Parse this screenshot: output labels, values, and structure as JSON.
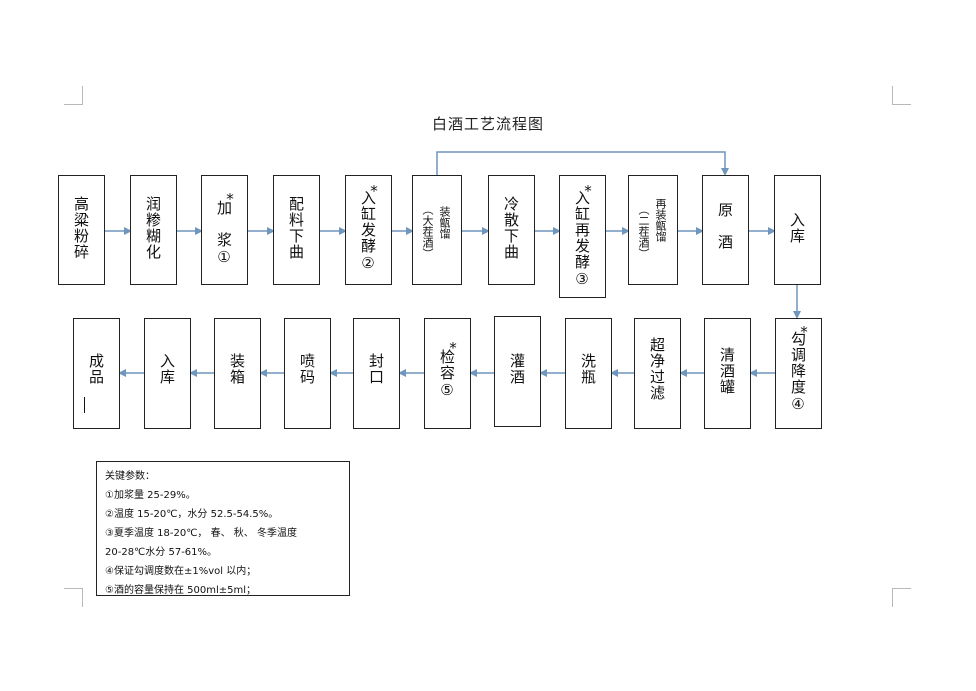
{
  "diagram": {
    "title": "白酒工艺流程图",
    "accent_color": "#6f96bd",
    "steps": [
      {
        "id": "s1",
        "label": "高粱粉碎",
        "mark": "",
        "small": false
      },
      {
        "id": "s2",
        "label": "润糁糊化",
        "mark": "",
        "small": false
      },
      {
        "id": "s3",
        "label": "加　浆①",
        "mark": "*",
        "small": false
      },
      {
        "id": "s4",
        "label": "配料下曲",
        "mark": "",
        "small": false
      },
      {
        "id": "s5",
        "label": "入缸发酵②",
        "mark": "*",
        "small": false
      },
      {
        "id": "s6",
        "label": "装甑馏",
        "sub": "（大茬酒）",
        "mark": "",
        "small": true
      },
      {
        "id": "s7",
        "label": "冷散下曲",
        "mark": "",
        "small": false
      },
      {
        "id": "s8",
        "label": "入缸再发酵③",
        "mark": "*",
        "small": false
      },
      {
        "id": "s9",
        "label": "再装甑馏",
        "sub": "（二茬酒）",
        "mark": "",
        "small": true
      },
      {
        "id": "s10",
        "label": "原　酒",
        "mark": "",
        "small": false
      },
      {
        "id": "s11",
        "label": "入库",
        "mark": "",
        "small": false
      },
      {
        "id": "s12",
        "label": "勾调降度④",
        "mark": "*",
        "small": false
      },
      {
        "id": "s13",
        "label": "清酒罐",
        "mark": "",
        "small": false
      },
      {
        "id": "s14",
        "label": "超净过滤",
        "mark": "",
        "small": false
      },
      {
        "id": "s15",
        "label": "洗瓶",
        "mark": "",
        "small": false
      },
      {
        "id": "s16",
        "label": "灌酒",
        "mark": "",
        "small": false
      },
      {
        "id": "s17",
        "label": "检容⑤",
        "mark": "*",
        "small": false
      },
      {
        "id": "s18",
        "label": "封口",
        "mark": "",
        "small": false
      },
      {
        "id": "s19",
        "label": "喷码",
        "mark": "",
        "small": false
      },
      {
        "id": "s20",
        "label": "装箱",
        "mark": "",
        "small": false
      },
      {
        "id": "s21",
        "label": "入库",
        "mark": "",
        "small": false
      },
      {
        "id": "s22",
        "label": "成品",
        "mark": "",
        "small": false
      }
    ],
    "params": {
      "heading": "关键参数：",
      "lines": [
        "①加浆量 25-29%。",
        "②温度 15-20℃，水分 52.5-54.5%。",
        "③夏季温度 18-20℃，  春、 秋、 冬季温度",
        "20-28℃水分 57-61%。",
        "④保证勾调度数在±1%vol 以内；",
        "⑤酒的容量保持在 500ml±5ml；"
      ]
    }
  }
}
